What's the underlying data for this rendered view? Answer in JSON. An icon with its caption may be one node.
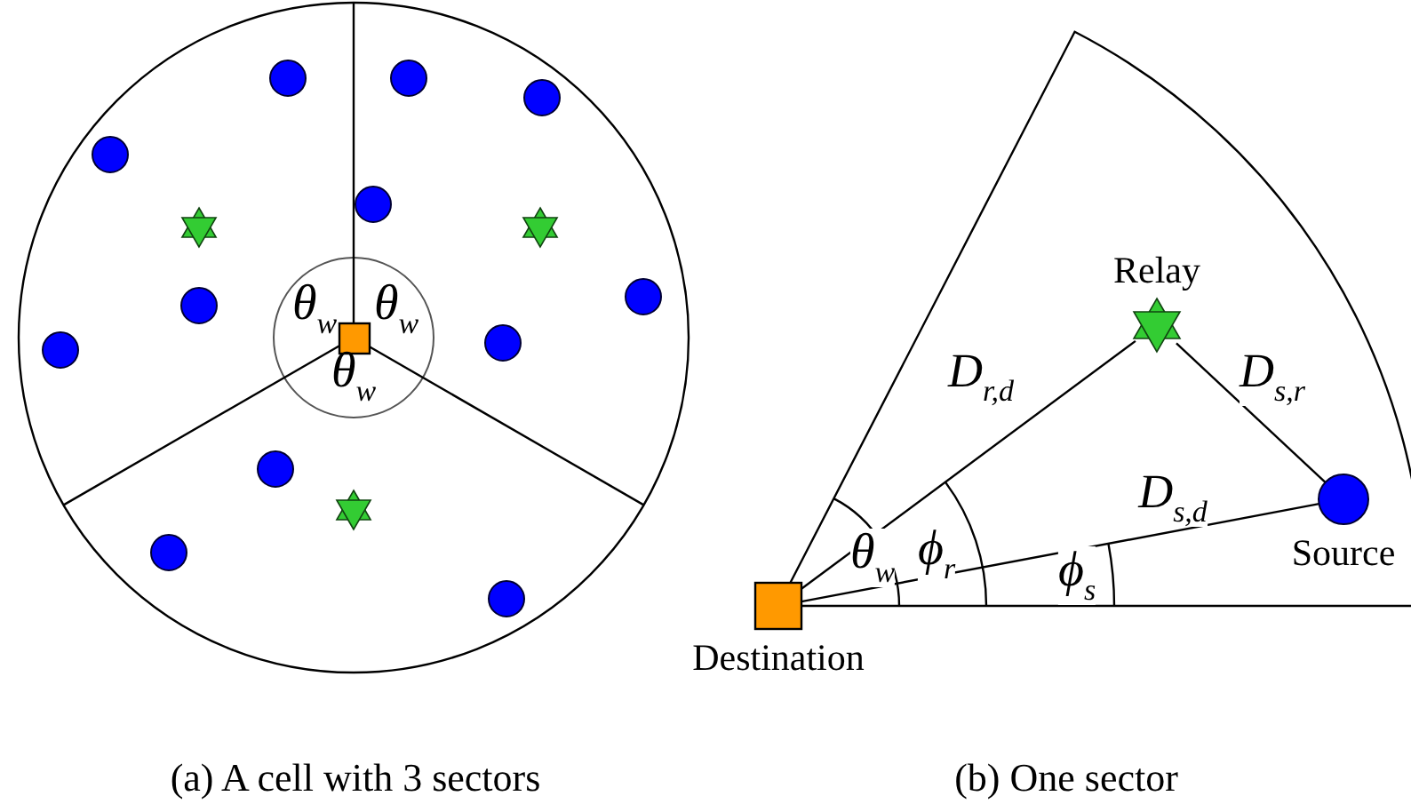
{
  "diagram": {
    "nodes": [
      {
        "text": [],
        "shape": "circle"
      },
      {
        "text": [],
        "shape": "circle"
      },
      {
        "text": [],
        "shape": "circle"
      },
      {
        "text": [],
        "shape": "circle"
      },
      {
        "text": [],
        "shape": "circle"
      },
      {
        "text": [],
        "shape": "star"
      },
      {
        "text": [],
        "shape": "star"
      },
      {
        "text": [],
        "shape": "circle"
      },
      {
        "text": [],
        "shape": "circle"
      },
      {
        "text": [],
        "shape": "box"
      },
      {
        "text": [],
        "shape": "circle"
      },
      {
        "text": [],
        "shape": "circle"
      },
      {
        "text": [],
        "shape": "circle"
      },
      {
        "text": [],
        "shape": "star"
      },
      {
        "text": [],
        "shape": "circle"
      },
      {
        "text": [],
        "shape": "circle"
      },
      {
        "text": [
          "Relay"
        ]
      },
      {
        "text": [
          "Source"
        ]
      },
      {
        "text": [
          "Destination"
        ]
      }
    ],
    "edges": [
      {
        "from": 18,
        "to": 16,
        "arrow": "none",
        "label": "D$_{r,d}$"
      },
      {
        "from": 17,
        "to": 16,
        "arrow": "none",
        "label": "D$_{s,r}$"
      },
      {
        "from": 18,
        "to": 17,
        "arrow": "none",
        "label": "D$_{s,d}$"
      }
    ],
    "labels": [
      "θ$_{w}$",
      "θ$_{w}$",
      "θ$_{w}$",
      "θ$_{w}$",
      "ϕ$_{r}$",
      "ϕ$_{s}$",
      "(a) A cell with 3 sectors",
      "(b) One sector"
    ]
  }
}
